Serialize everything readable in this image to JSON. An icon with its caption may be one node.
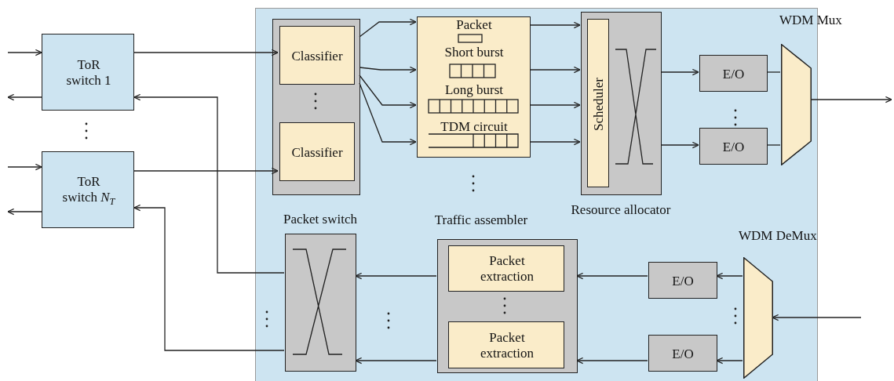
{
  "diagram": {
    "nodes": [
      {
        "text": [
          "ToR switch 1"
        ]
      },
      {
        "text": [
          "ToR switch *N*$_{T}$"
        ]
      },
      {
        "text": [],
        "shape": "box"
      },
      {
        "text": [],
        "shape": "box",
        "in": 2
      },
      {
        "text": [
          "Classifier"
        ],
        "in": 3
      },
      {
        "text": [
          "Classifier"
        ],
        "in": 3
      },
      {
        "text": [
          "Packet",
          "Short burst",
          "Long burst",
          "TDM circuit"
        ],
        "in": 2
      },
      {
        "text": [],
        "shape": "box",
        "in": 2,
        "beside": [
          "Resource allocator"
        ]
      },
      {
        "text": [
          "Scheduler"
        ],
        "in": 7
      },
      {
        "text": [
          "E/O"
        ],
        "in": 2
      },
      {
        "text": [
          "E/O"
        ],
        "in": 2
      },
      {
        "text": [],
        "shape": "trapezoid",
        "in": 2,
        "beside": [
          "WDM Mux"
        ]
      },
      {
        "text": [],
        "shape": "box",
        "in": 2
      },
      {
        "text": [],
        "shape": "box",
        "in": 2
      },
      {
        "text": [
          "Packet extraction"
        ],
        "in": 13
      },
      {
        "text": [
          "Packet extraction"
        ],
        "in": 13
      },
      {
        "text": [
          "E/O"
        ],
        "in": 2
      },
      {
        "text": [
          "E/O"
        ],
        "in": 2
      },
      {
        "text": [],
        "shape": "trapezoid",
        "in": 2,
        "beside": [
          "WDM DeMux"
        ]
      }
    ],
    "edges": [
      {
        "from": null,
        "to": 0,
        "arrow": "to"
      },
      {
        "from": 0,
        "to": null,
        "arrow": "to"
      },
      {
        "from": null,
        "to": 1,
        "arrow": "to"
      },
      {
        "from": 1,
        "to": null,
        "arrow": "to"
      },
      {
        "from": 0,
        "to": 4,
        "arrow": "to"
      },
      {
        "from": 1,
        "to": 5,
        "arrow": "to"
      },
      {
        "from": 12,
        "to": 0,
        "arrow": "to"
      },
      {
        "from": 12,
        "to": 1,
        "arrow": "to"
      },
      {
        "from": 3,
        "to": 6,
        "arrow": "to"
      },
      {
        "from": 3,
        "to": 6,
        "arrow": "to"
      },
      {
        "from": 3,
        "to": 6,
        "arrow": "to"
      },
      {
        "from": 3,
        "to": 6,
        "arrow": "to"
      },
      {
        "from": 6,
        "to": 7,
        "arrow": "to"
      },
      {
        "from": 6,
        "to": 7,
        "arrow": "to"
      },
      {
        "from": 6,
        "to": 7,
        "arrow": "to"
      },
      {
        "from": 6,
        "to": 7,
        "arrow": "to"
      },
      {
        "from": 7,
        "to": 9,
        "arrow": "to"
      },
      {
        "from": 7,
        "to": 10,
        "arrow": "to"
      },
      {
        "from": 9,
        "to": 11,
        "arrow": "none"
      },
      {
        "from": 10,
        "to": 11,
        "arrow": "none"
      },
      {
        "from": 11,
        "to": null,
        "arrow": "to"
      },
      {
        "from": null,
        "to": 18,
        "arrow": "to"
      },
      {
        "from": 18,
        "to": 16,
        "arrow": "to"
      },
      {
        "from": 18,
        "to": 17,
        "arrow": "to"
      },
      {
        "from": 16,
        "to": 13,
        "arrow": "to"
      },
      {
        "from": 17,
        "to": 13,
        "arrow": "to"
      },
      {
        "from": 13,
        "to": 12,
        "arrow": "to"
      },
      {
        "from": 13,
        "to": 12,
        "arrow": "to"
      }
    ],
    "labels": [
      "Packet switch",
      "Traffic assembler"
    ]
  }
}
